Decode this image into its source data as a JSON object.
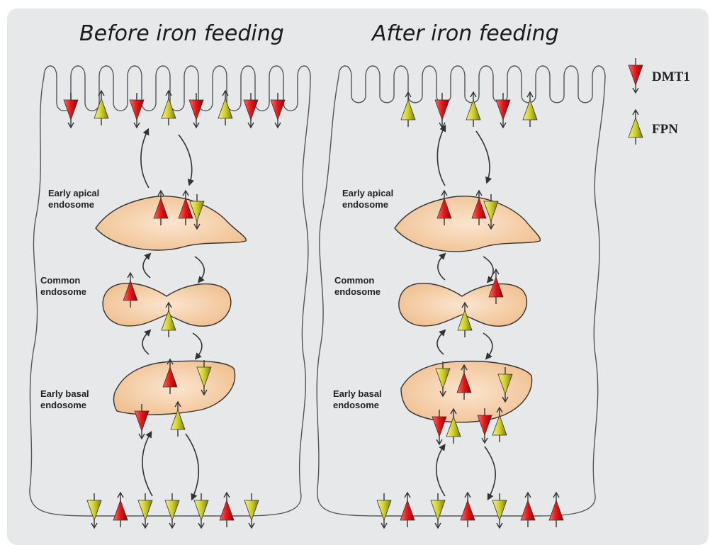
{
  "panels": {
    "before": {
      "title": "Before iron feeding"
    },
    "after": {
      "title": "After iron feeding"
    }
  },
  "compartments": {
    "early_apical": "Early apical\nendosome",
    "common": "Common\nendosome",
    "early_basal": "Early basal\nendosome"
  },
  "legend": {
    "dmt1": {
      "label": "DMT1",
      "color": "#e02020",
      "direction": "down"
    },
    "fpn": {
      "label": "FPN",
      "color": "#c9c920",
      "direction": "up"
    }
  },
  "colors": {
    "endosome_fill": "#f3c9a0",
    "cell_outline": "#555555",
    "background": "#e7e8ea"
  }
}
